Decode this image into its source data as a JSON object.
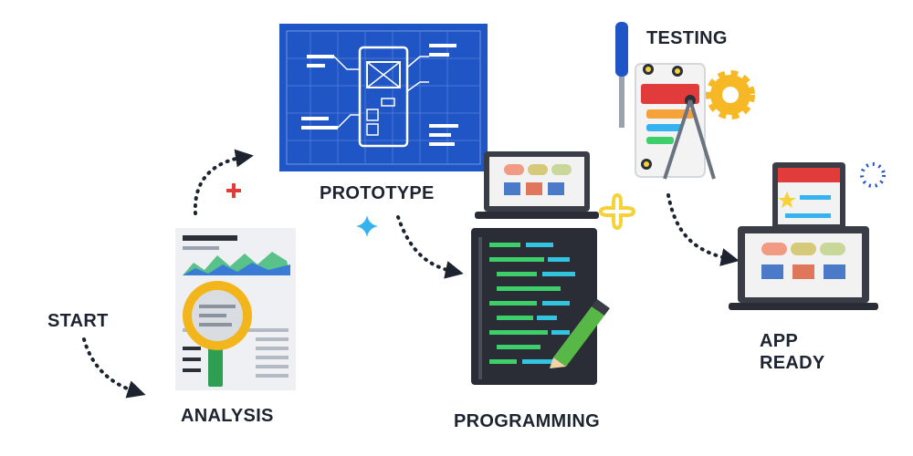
{
  "stages": {
    "start": "START",
    "analysis": "ANALYSIS",
    "prototype": "PROTOTYPE",
    "programming": "PROGRAMMING",
    "testing": "TESTING",
    "app_ready_line1": "APP",
    "app_ready_line2": "READY"
  },
  "colors": {
    "text": "#1d2430",
    "arrow": "#1d2430",
    "blueprint": "#1f55c4",
    "blueprint_line": "#ffffff",
    "magnifier": "#f2b51b",
    "magnifier_handle": "#2e9e52",
    "code_bg": "#2a2d35",
    "code_green": "#3ecf6a",
    "code_cyan": "#33c4e0",
    "gear": "#f7b825",
    "accent_red": "#e23b3b",
    "accent_yellow": "#f6d23a",
    "accent_blue": "#35b3f0",
    "laptop": "#3a3d45"
  },
  "icons": [
    "dotted-arrow-icon",
    "magnifier-icon",
    "blueprint-icon",
    "laptop-icon",
    "code-editor-icon",
    "pencil-icon",
    "screwdriver-icon",
    "gear-icon",
    "compass-icon",
    "plus-icon",
    "sparkle-icon",
    "tablet-icon"
  ]
}
